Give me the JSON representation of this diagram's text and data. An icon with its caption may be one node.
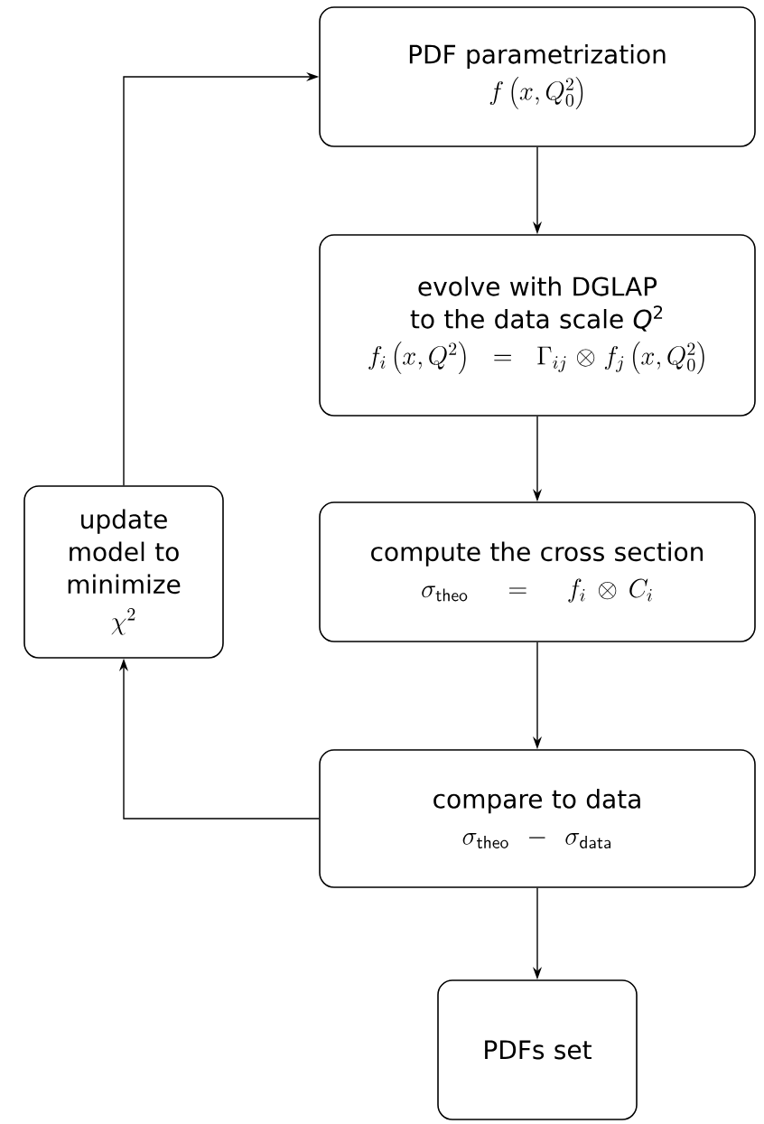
{
  "diagram": {
    "nodes": [
      {
        "text": [
          "PDF parametrization",
          "f\\left(x, Q_0^2\\right)"
        ]
      },
      {
        "text": [
          "evolve with DGLAP to the data scale *Q*$^{2}$",
          "f_i\\left(x, Q^2\\right) \\;=\\; \\Gamma_{ij} \\otimes f_j\\left(x, Q_0^2\\right)"
        ]
      },
      {
        "text": [
          "compute the cross section",
          "\\sigma_{\\mathsf{theo}} \\;=\\; f_i \\otimes C_i"
        ]
      },
      {
        "text": [
          "compare to data",
          "\\sigma_{\\mathsf{theo}} \\,-\\, \\sigma_{\\mathsf{data}}"
        ]
      },
      {
        "text": [
          "PDFs set"
        ]
      },
      {
        "text": [
          "update model to minimize",
          "\\chi^2"
        ]
      }
    ],
    "edges": [
      {
        "from": 0,
        "to": 1,
        "arrow": "to"
      },
      {
        "from": 1,
        "to": 2,
        "arrow": "to"
      },
      {
        "from": 2,
        "to": 3,
        "arrow": "to"
      },
      {
        "from": 3,
        "to": 4,
        "arrow": "to"
      },
      {
        "from": 3,
        "to": 5,
        "arrow": "to"
      },
      {
        "from": 5,
        "to": 0,
        "arrow": "to"
      }
    ]
  }
}
